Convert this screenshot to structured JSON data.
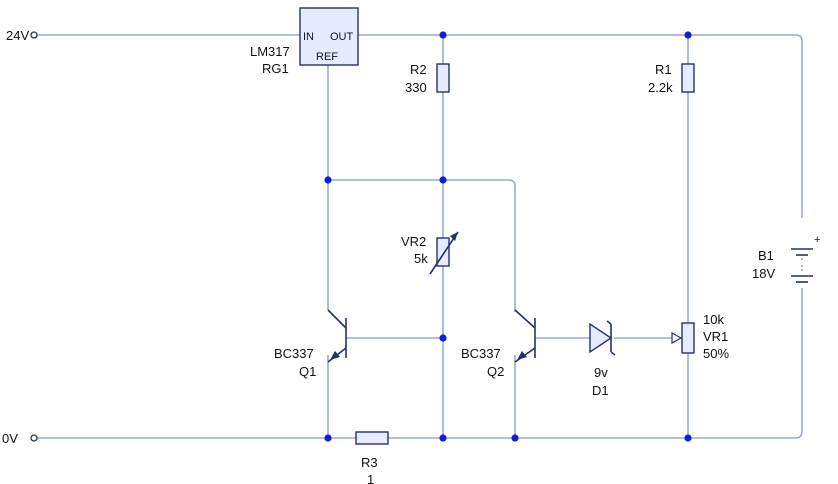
{
  "rails": {
    "positive": "24V",
    "ground": "0V"
  },
  "regulator": {
    "part": "LM317",
    "ref": "RG1",
    "pin_in": "IN",
    "pin_out": "OUT",
    "pin_adj": "REF"
  },
  "r2": {
    "ref": "R2",
    "value": "330"
  },
  "r1": {
    "ref": "R1",
    "value": "2.2k"
  },
  "vr2": {
    "ref": "VR2",
    "value": "5k"
  },
  "battery": {
    "ref": "B1",
    "value": "18V",
    "plus": "+"
  },
  "q1": {
    "part": "BC337",
    "ref": "Q1"
  },
  "q2": {
    "part": "BC337",
    "ref": "Q2"
  },
  "d1": {
    "value": "9v",
    "ref": "D1"
  },
  "vr1": {
    "value": "10k",
    "ref": "VR1",
    "setting": "50%"
  },
  "r3": {
    "ref": "R3",
    "value": "1"
  }
}
